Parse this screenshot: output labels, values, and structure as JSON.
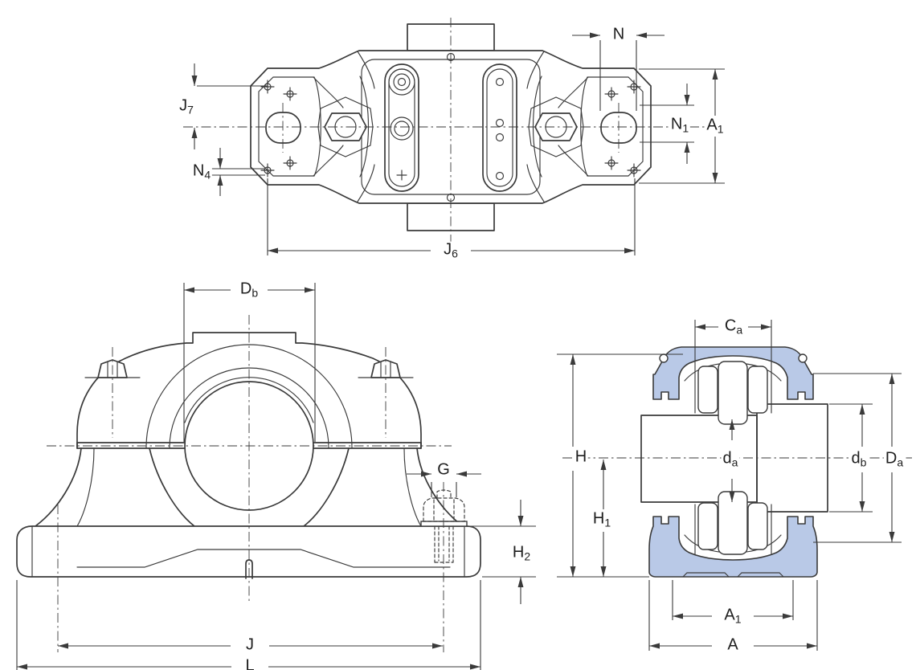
{
  "colors": {
    "line": "#3a3a3a",
    "section_fill": "#b9c9e7",
    "bore_a": "#e9eef8",
    "bore_b": "#ccd8ec"
  },
  "dims": {
    "j7": {
      "main": "J",
      "sub": "7"
    },
    "n4": {
      "main": "N",
      "sub": "4"
    },
    "n": {
      "main": "N",
      "sub": ""
    },
    "n1": {
      "main": "N",
      "sub": "1"
    },
    "a1_top": {
      "main": "A",
      "sub": "1"
    },
    "j6": {
      "main": "J",
      "sub": "6"
    },
    "db_bore": {
      "main": "D",
      "sub": "b"
    },
    "g": {
      "main": "G",
      "sub": ""
    },
    "h2": {
      "main": "H",
      "sub": "2"
    },
    "j": {
      "main": "J",
      "sub": ""
    },
    "l": {
      "main": "L",
      "sub": ""
    },
    "ca": {
      "main": "C",
      "sub": "a"
    },
    "h": {
      "main": "H",
      "sub": ""
    },
    "h1": {
      "main": "H",
      "sub": "1"
    },
    "da_shaft": {
      "main": "d",
      "sub": "a"
    },
    "db_shaft": {
      "main": "d",
      "sub": "b"
    },
    "da_seal": {
      "main": "D",
      "sub": "a"
    },
    "a1_bottom": {
      "main": "A",
      "sub": "1"
    },
    "a": {
      "main": "A",
      "sub": ""
    }
  }
}
